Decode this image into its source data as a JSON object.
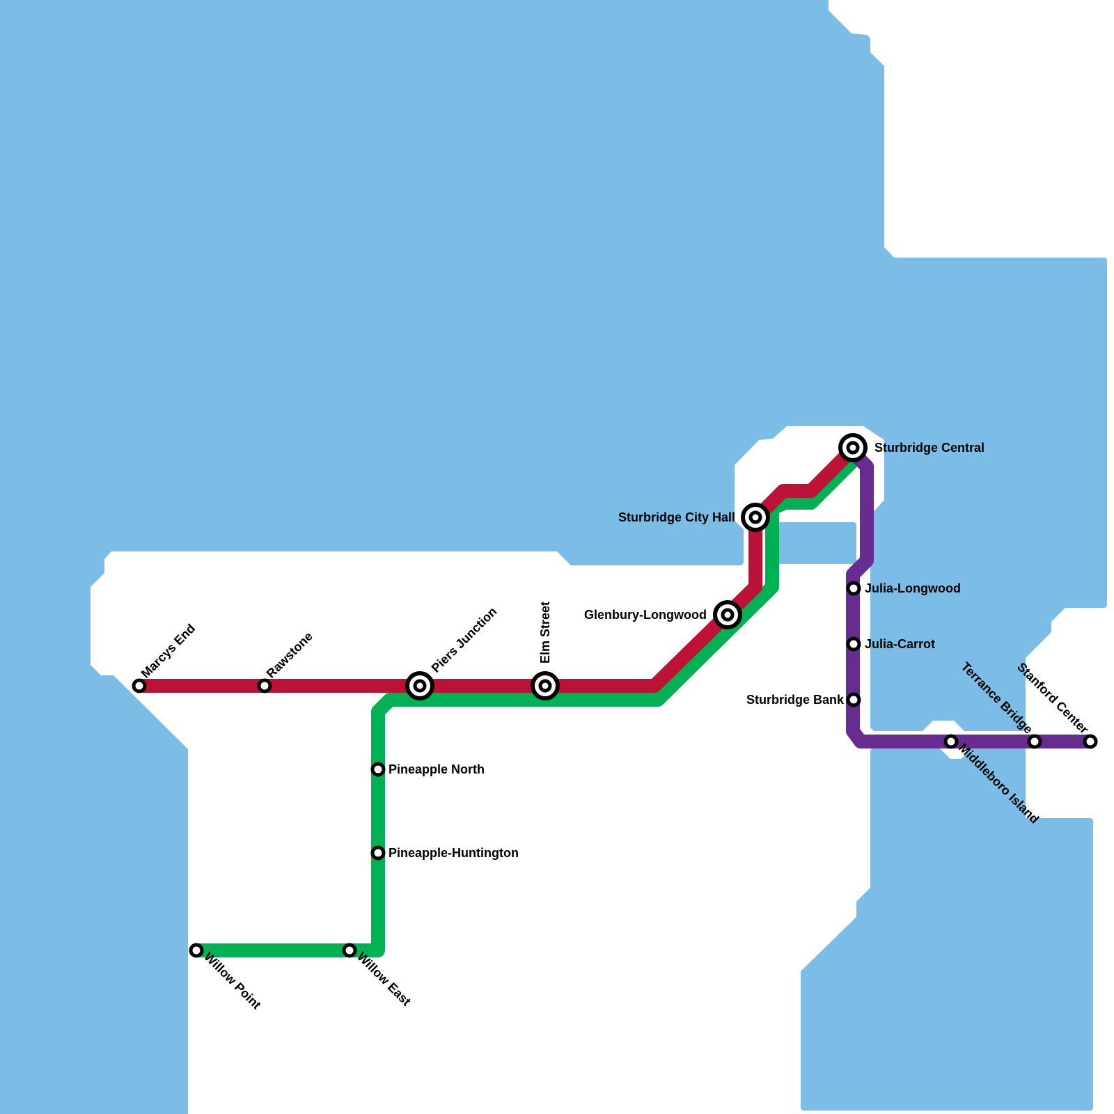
{
  "map": {
    "title": "Transit map",
    "colors": {
      "water": "#7bbde7",
      "land": "#ffffff"
    },
    "lines": [
      {
        "id": "red",
        "name": "Red Line",
        "color": "#bc1237"
      },
      {
        "id": "green",
        "name": "Green Line",
        "color": "#00b153"
      },
      {
        "id": "purple",
        "name": "Purple Line",
        "color": "#662c90"
      }
    ],
    "stations": [
      {
        "id": "marcys-end",
        "name": "Marcys End",
        "type": "station",
        "lines": [
          "red"
        ]
      },
      {
        "id": "rawstone",
        "name": "Rawstone",
        "type": "station",
        "lines": [
          "red"
        ]
      },
      {
        "id": "piers-junction",
        "name": "Piers Junction",
        "type": "interchange",
        "lines": [
          "red",
          "green"
        ]
      },
      {
        "id": "elm-street",
        "name": "Elm Street",
        "type": "interchange",
        "lines": [
          "red",
          "green"
        ]
      },
      {
        "id": "glenbury-longwood",
        "name": "Glenbury-Longwood",
        "type": "interchange",
        "lines": [
          "red",
          "green"
        ]
      },
      {
        "id": "sturbridge-city-hall",
        "name": "Sturbridge City Hall",
        "type": "interchange",
        "lines": [
          "red",
          "green"
        ]
      },
      {
        "id": "sturbridge-central",
        "name": "Sturbridge Central",
        "type": "interchange",
        "lines": [
          "red",
          "green",
          "purple"
        ]
      },
      {
        "id": "julia-longwood",
        "name": "Julia-Longwood",
        "type": "station",
        "lines": [
          "purple"
        ]
      },
      {
        "id": "julia-carrot",
        "name": "Julia-Carrot",
        "type": "station",
        "lines": [
          "purple"
        ]
      },
      {
        "id": "sturbridge-bank",
        "name": "Sturbridge Bank",
        "type": "station",
        "lines": [
          "purple"
        ]
      },
      {
        "id": "middleboro-island",
        "name": "Middleboro Island",
        "type": "station",
        "lines": [
          "purple"
        ]
      },
      {
        "id": "terrance-bridge",
        "name": "Terrance Bridge",
        "type": "station",
        "lines": [
          "purple"
        ]
      },
      {
        "id": "stanford-center",
        "name": "Stanford Center",
        "type": "station",
        "lines": [
          "purple"
        ]
      },
      {
        "id": "pineapple-north",
        "name": "Pineapple North",
        "type": "station",
        "lines": [
          "green"
        ]
      },
      {
        "id": "pineapple-huntington",
        "name": "Pineapple-Huntington",
        "type": "station",
        "lines": [
          "green"
        ]
      },
      {
        "id": "willow-east",
        "name": "Willow East",
        "type": "station",
        "lines": [
          "green"
        ]
      },
      {
        "id": "willow-point",
        "name": "Willow Point",
        "type": "station",
        "lines": [
          "green"
        ]
      }
    ]
  }
}
